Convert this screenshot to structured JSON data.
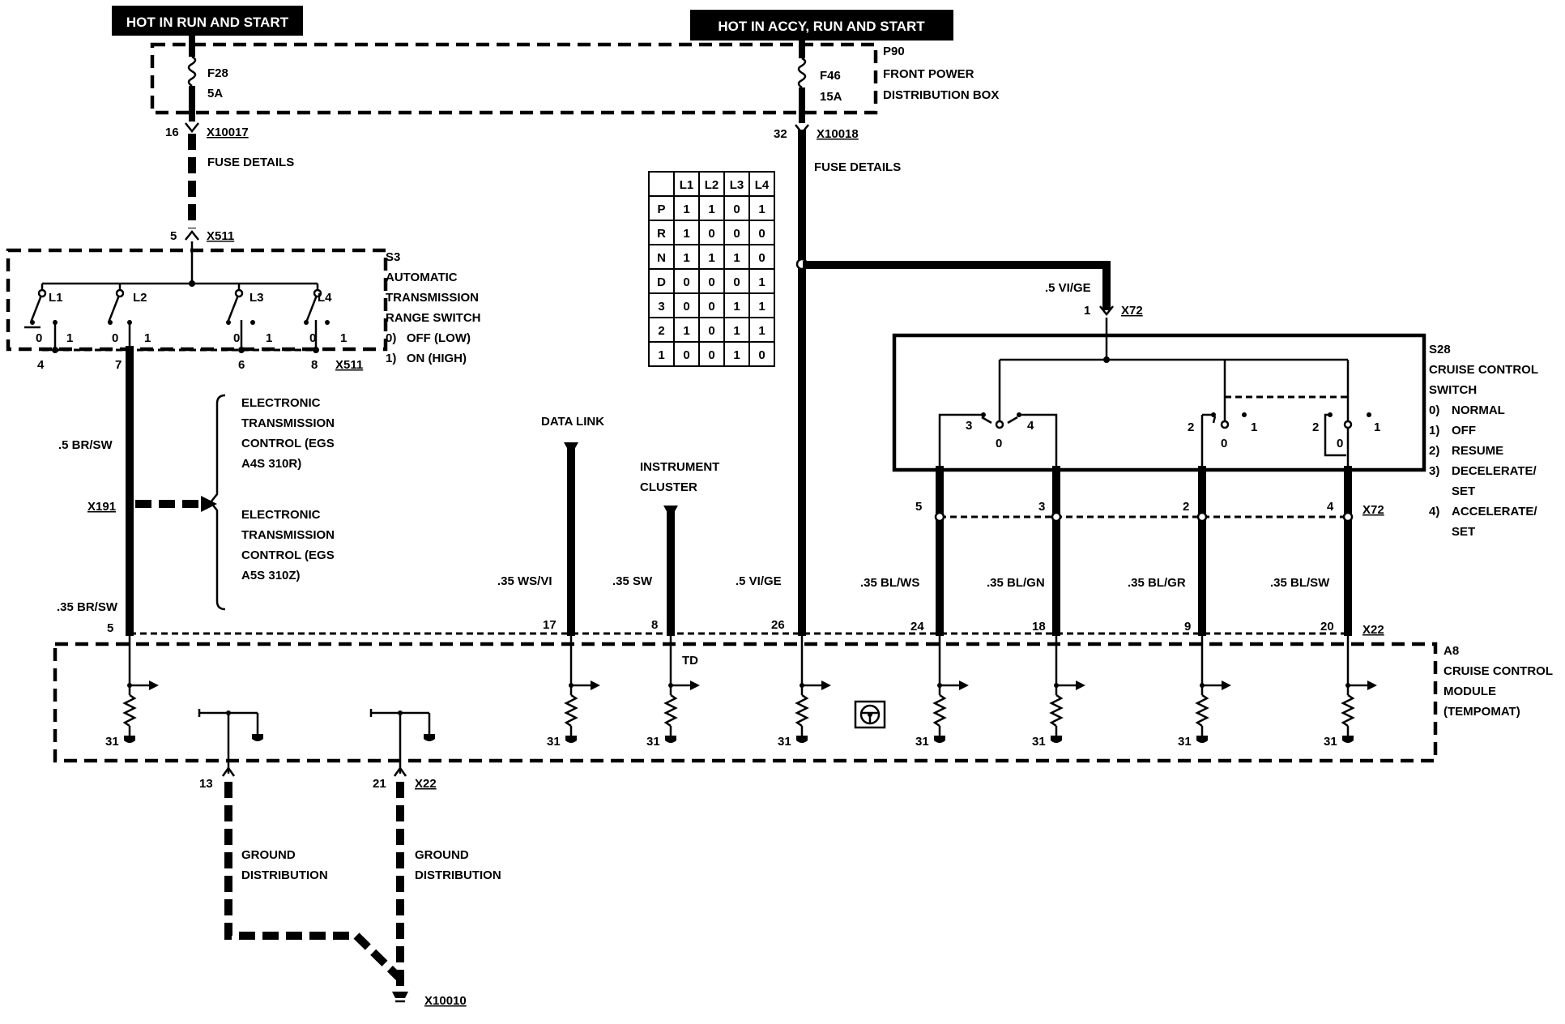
{
  "banners": {
    "left": "HOT IN RUN AND START",
    "right": "HOT IN ACCY, RUN AND START"
  },
  "power_box": {
    "ref": "P90",
    "name_line1": "FRONT POWER",
    "name_line2": "DISTRIBUTION BOX",
    "fuse_left": {
      "id": "F28",
      "rating": "5A",
      "pin": "16",
      "connector": "X10017"
    },
    "fuse_right": {
      "id": "F46",
      "rating": "15A",
      "pin": "32",
      "connector": "X10018"
    },
    "fuse_details": "FUSE DETAILS"
  },
  "range_switch": {
    "ref": "S3",
    "name_lines": [
      "AUTOMATIC",
      "TRANSMISSION",
      "RANGE SWITCH"
    ],
    "states": [
      "0)   OFF (LOW)",
      "1)   ON (HIGH)"
    ],
    "input_pin": "5",
    "input_connector": "X511",
    "contacts": [
      "L1",
      "L2",
      "L3",
      "L4"
    ],
    "pins": [
      "4",
      "7",
      "6",
      "8"
    ],
    "output_connector": "X511",
    "pos_zero": "0",
    "pos_one": "1"
  },
  "truth_table": {
    "columns": [
      "",
      "L1",
      "L2",
      "L3",
      "L4"
    ],
    "rows": [
      [
        "P",
        "1",
        "1",
        "0",
        "1"
      ],
      [
        "R",
        "1",
        "0",
        "0",
        "0"
      ],
      [
        "N",
        "1",
        "1",
        "1",
        "0"
      ],
      [
        "D",
        "0",
        "0",
        "0",
        "1"
      ],
      [
        "3",
        "0",
        "0",
        "1",
        "1"
      ],
      [
        "2",
        "1",
        "0",
        "1",
        "1"
      ],
      [
        "1",
        "0",
        "0",
        "1",
        "0"
      ]
    ]
  },
  "egs": {
    "wire_top": ".5 BR/SW",
    "connector": "X191",
    "wire_bottom": ".35 BR/SW",
    "block1": [
      "ELECTRONIC",
      "TRANSMISSION",
      "CONTROL (EGS",
      "A4S 310R)"
    ],
    "block2": [
      "ELECTRONIC",
      "TRANSMISSION",
      "CONTROL (EGS",
      "A5S 310Z)"
    ]
  },
  "data_link": {
    "label": "DATA LINK",
    "wire": ".35 WS/VI",
    "pin": "17"
  },
  "instrument": {
    "label_line1": "INSTRUMENT",
    "label_line2": "CLUSTER",
    "wire": ".35 SW",
    "pin": "8",
    "td": "TD"
  },
  "power_feed": {
    "wire": ".5 VI/GE",
    "pin": "26",
    "branch_wire": ".5 VI/GE",
    "branch_pin": "1",
    "branch_connector": "X72"
  },
  "cruise_switch": {
    "ref": "S28",
    "name_lines": [
      "CRUISE CONTROL",
      "SWITCH"
    ],
    "modes": [
      "0)",
      "1)",
      "2)",
      "3)",
      "4)",
      ""
    ],
    "mode_names": [
      "NORMAL",
      "OFF",
      "RESUME",
      "DECELERATE/",
      "SET",
      "ACCELERATE/",
      "SET"
    ],
    "sub_contacts": [
      {
        "left": "3",
        "mid": "0",
        "right": "4"
      },
      {
        "left": "2",
        "mid": "0",
        "right": "1"
      },
      {
        "left": "2",
        "mid": "0",
        "right": "1"
      }
    ],
    "out_pins": [
      "5",
      "3",
      "2",
      "4"
    ],
    "out_connector": "X72"
  },
  "module_wires": [
    {
      "wire": ".35 BL/WS",
      "pin": "24"
    },
    {
      "wire": ".35 BL/GN",
      "pin": "18"
    },
    {
      "wire": ".35 BL/GR",
      "pin": "9"
    },
    {
      "wire": ".35 BL/SW",
      "pin": "20"
    }
  ],
  "module": {
    "ref": "A8",
    "name_lines": [
      "CRUISE CONTROL",
      "MODULE",
      "(TEMPOMAT)"
    ],
    "connector": "X22",
    "left_pin": "5",
    "ground_pin": "31"
  },
  "grounds": {
    "pin_left": "13",
    "pin_right": "21",
    "connector": "X22",
    "label_lines": [
      "GROUND",
      "DISTRIBUTION"
    ],
    "ground_point": "X10010"
  }
}
